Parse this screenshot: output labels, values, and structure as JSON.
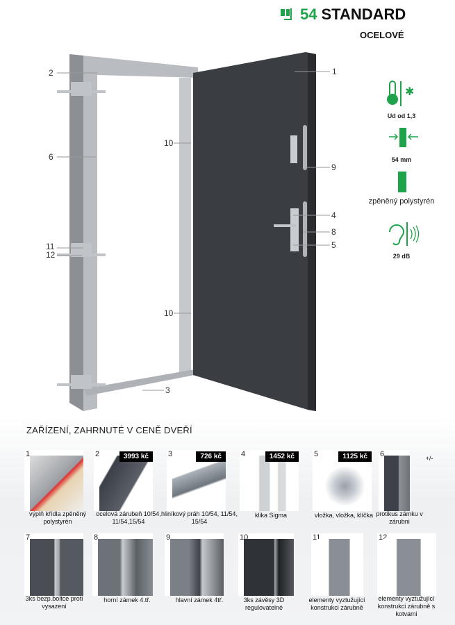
{
  "header": {
    "brand_number": "54",
    "brand_name": "STANDARD",
    "subtitle": "OCELOVÉ"
  },
  "callouts": [
    "1",
    "2",
    "3",
    "4",
    "5",
    "6",
    "8",
    "9",
    "10",
    "10",
    "11",
    "12"
  ],
  "specs": {
    "thermal": "Ud od 1,3",
    "thickness": "54 mm",
    "filling": "zpěněný polystyrén",
    "acoustic": "29 dB"
  },
  "section_title": "ZAŘÍZENÍ, ZAHRNUTÉ V CENĚ DVEŘÍ",
  "items": [
    {
      "no": "1",
      "price": "",
      "caption": "výplň křídla zpěněný polystyrén"
    },
    {
      "no": "2",
      "price": "3993 kč",
      "caption": "ocelová zárubeň 10/54, 11/54,15/54"
    },
    {
      "no": "3",
      "price": "726 kč",
      "caption": "hliníkový práh 10/54, 11/54, 15/54"
    },
    {
      "no": "4",
      "price": "1452 kč",
      "caption": "klika Sigma"
    },
    {
      "no": "5",
      "price": "1125 kč",
      "caption": "vložka, vložka, klíčka"
    },
    {
      "no": "6",
      "price": "",
      "caption": "protikus zámku v zárubni",
      "extra": "+/-"
    },
    {
      "no": "7",
      "price": "",
      "caption": "3ks bezp.boltce proti vysazení"
    },
    {
      "no": "8",
      "price": "",
      "caption": "horní zámek 4.tř."
    },
    {
      "no": "9",
      "price": "",
      "caption": "hlavní zámek 4tř."
    },
    {
      "no": "10",
      "price": "",
      "caption": "3ks závěsy 3D regulovatelné"
    },
    {
      "no": "11",
      "price": "",
      "caption": "elementy vyztužující konstrukci zárubně"
    },
    {
      "no": "12",
      "price": "",
      "caption": "elementy vyztužující konstrukci zárubně s kotvami"
    }
  ],
  "colors": {
    "brand_green": "#1fa34a",
    "door": "#3a3d42"
  }
}
